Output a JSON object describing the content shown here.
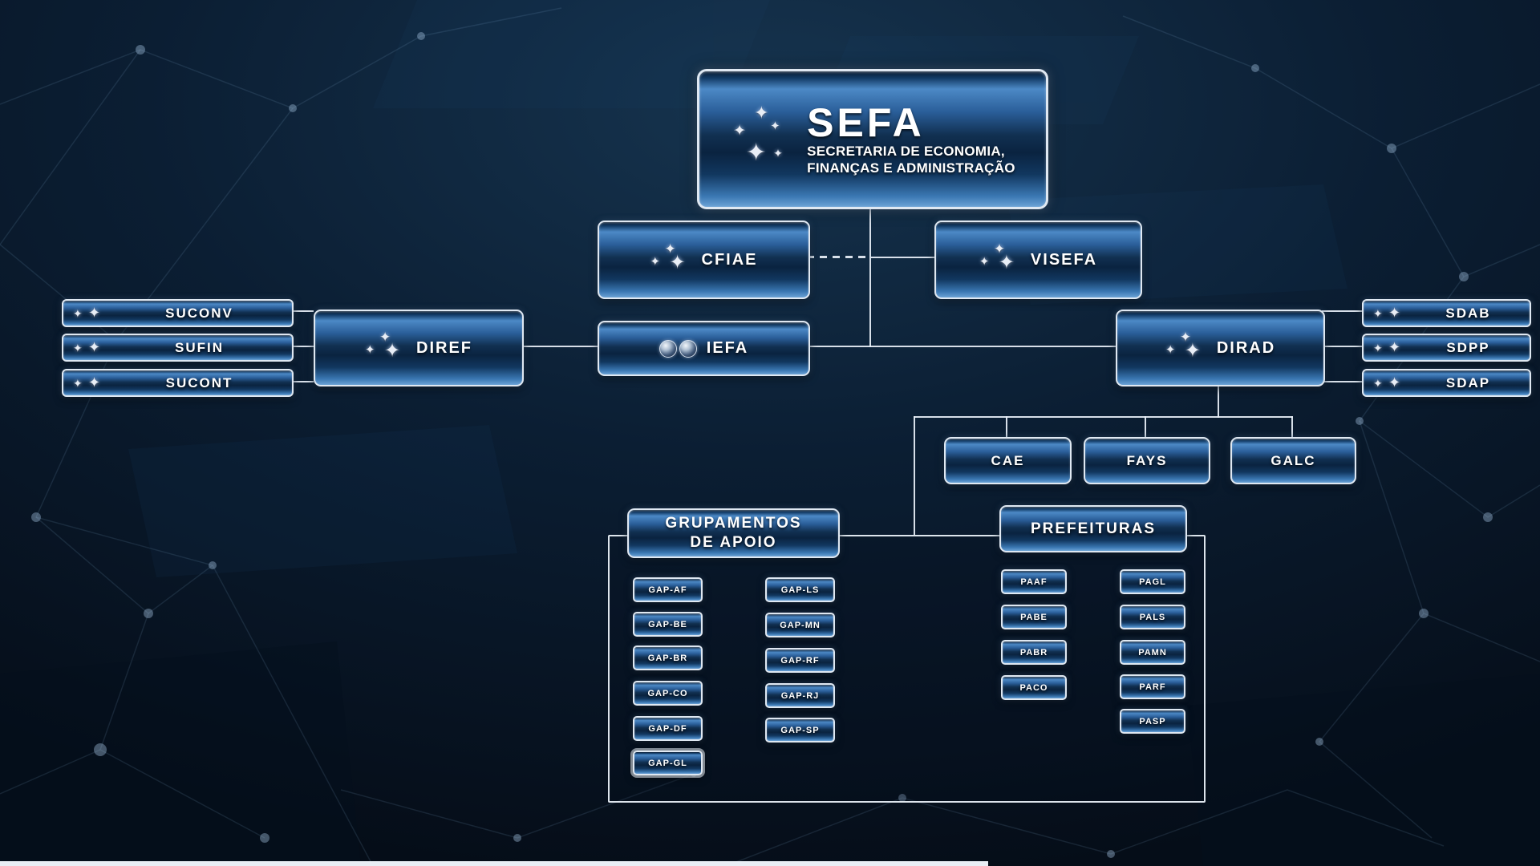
{
  "colors": {
    "background": "#081726",
    "node_border": "#dfe8f2",
    "node_blue_bright": "#4c89c6",
    "node_blue_dark": "#0a2340",
    "connector": "#e9f0f8",
    "star": "#e9eef6"
  },
  "icons": {
    "star": "✦"
  },
  "org": {
    "sefa": {
      "code": "SEFA",
      "subtitle1": "SECRETARIA DE ECONOMIA,",
      "subtitle2": "FINANÇAS E ADMINISTRAÇÃO"
    },
    "cfiae": {
      "label": "CFIAE"
    },
    "visefa": {
      "label": "VISEFA"
    },
    "diref": {
      "label": "DIREF"
    },
    "iefa": {
      "label": "IEFA"
    },
    "dirad": {
      "label": "DIRAD"
    },
    "diref_subs": [
      "SUCONV",
      "SUFIN",
      "SUCONT"
    ],
    "dirad_subs": [
      "SDAB",
      "SDPP",
      "SDAP"
    ],
    "dirad_units": [
      "CAE",
      "FAYS",
      "GALC"
    ],
    "grupamentos": {
      "title1": "GRUPAMENTOS",
      "title2": "DE APOIO",
      "col1": [
        "GAP-AF",
        "GAP-BE",
        "GAP-BR",
        "GAP-CO",
        "GAP-DF",
        "GAP-GL"
      ],
      "col2": [
        "GAP-LS",
        "GAP-MN",
        "GAP-RF",
        "GAP-RJ",
        "GAP-SP"
      ]
    },
    "prefeituras": {
      "title": "PREFEITURAS",
      "col1": [
        "PAAF",
        "PABE",
        "PABR",
        "PACO"
      ],
      "col2": [
        "PAGL",
        "PALS",
        "PAMN",
        "PARF",
        "PASP"
      ]
    }
  }
}
